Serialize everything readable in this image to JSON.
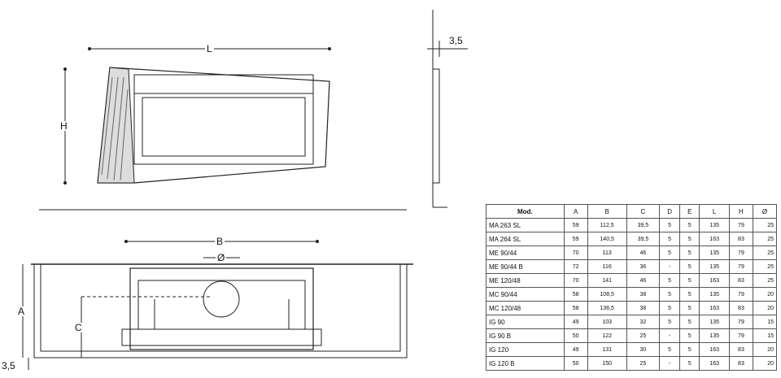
{
  "dimensions": {
    "L": "L",
    "H": "H",
    "side_thickness": "3,5",
    "B": "B",
    "diameter": "Ø",
    "A": "A",
    "C": "C",
    "base_offset": "3,5"
  },
  "table": {
    "headers": [
      "Mod.",
      "A",
      "B",
      "C",
      "D",
      "E",
      "L",
      "H",
      "Ø"
    ],
    "rows": [
      [
        "MA 263 SL",
        "59",
        "112,5",
        "39,5",
        "5",
        "5",
        "135",
        "79",
        "25"
      ],
      [
        "MA 264 SL",
        "59",
        "140,5",
        "39,5",
        "5",
        "5",
        "163",
        "83",
        "25"
      ],
      [
        "ME 90/44",
        "70",
        "113",
        "46",
        "5",
        "5",
        "135",
        "79",
        "25"
      ],
      [
        "ME 90/44 B",
        "72",
        "116",
        "36",
        "-",
        "5",
        "135",
        "79",
        "25"
      ],
      [
        "ME 120/48",
        "70",
        "141",
        "46",
        "5",
        "5",
        "163",
        "83",
        "25"
      ],
      [
        "MC 90/44",
        "58",
        "108,5",
        "38",
        "5",
        "5",
        "135",
        "79",
        "20"
      ],
      [
        "MC 120/48",
        "58",
        "136,5",
        "38",
        "5",
        "5",
        "163",
        "83",
        "20"
      ],
      [
        "IG 90",
        "49",
        "103",
        "32",
        "5",
        "5",
        "135",
        "79",
        "15"
      ],
      [
        "IG 90 B",
        "50",
        "122",
        "25",
        "-",
        "5",
        "135",
        "79",
        "15"
      ],
      [
        "IG 120",
        "49",
        "131",
        "30",
        "5",
        "5",
        "163",
        "83",
        "20"
      ],
      [
        "IG 120 B",
        "50",
        "150",
        "25",
        "-",
        "5",
        "163",
        "83",
        "20"
      ]
    ]
  }
}
